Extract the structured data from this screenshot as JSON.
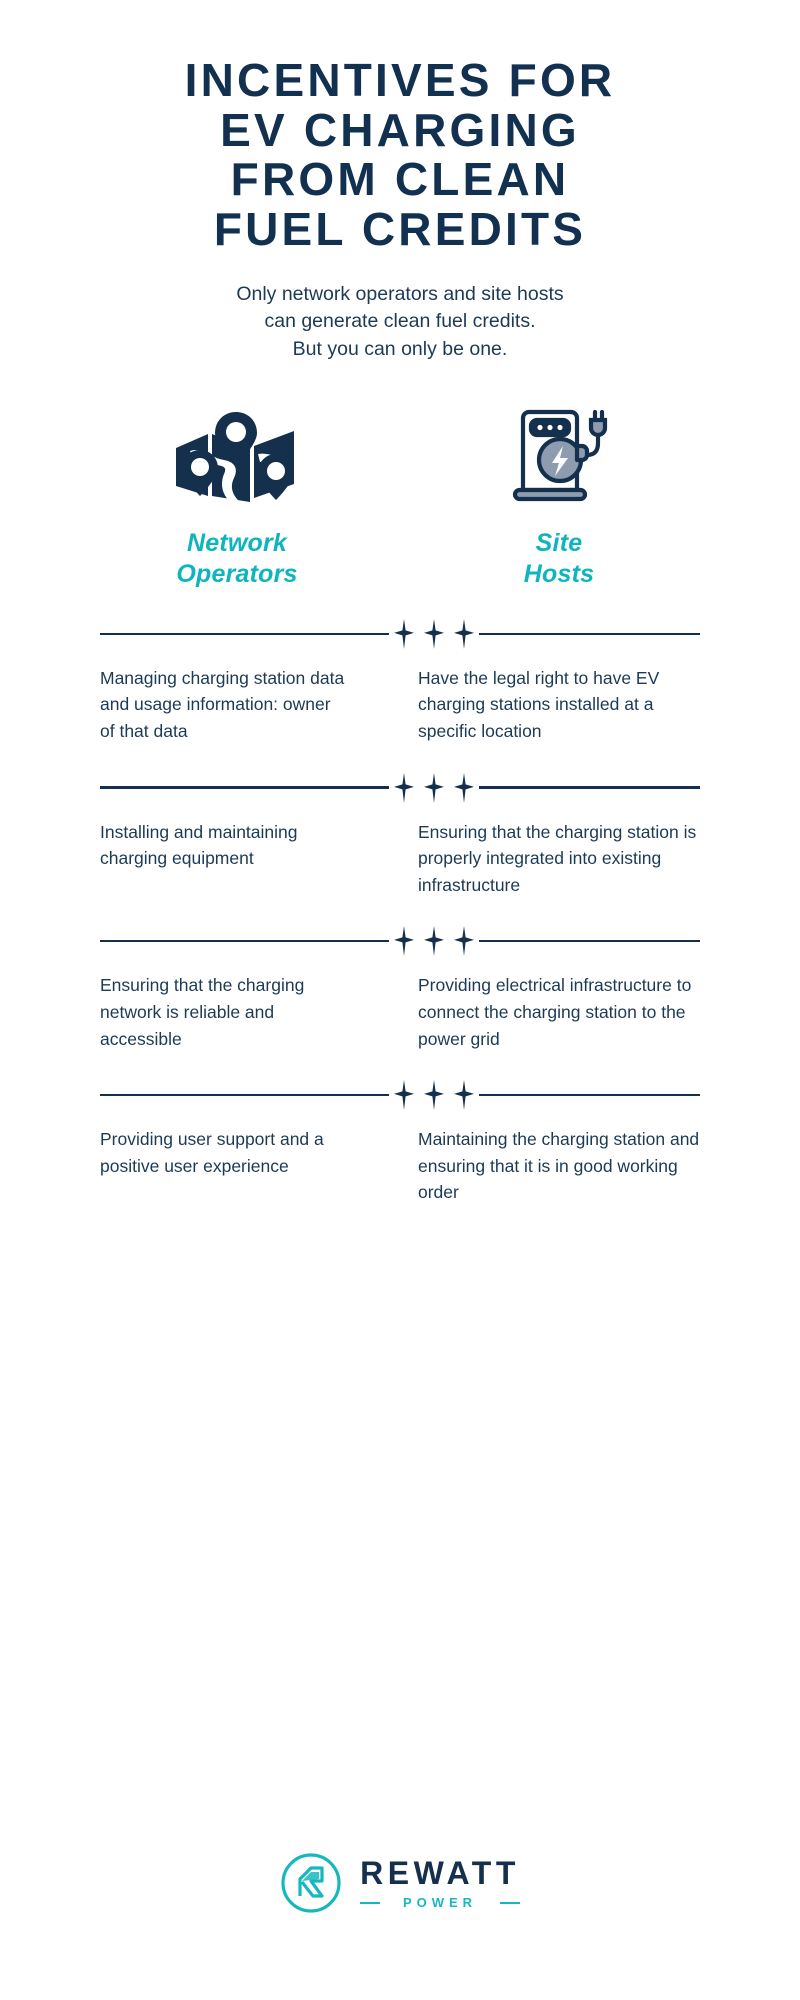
{
  "colors": {
    "navy": "#15304d",
    "body_text": "#1d3a55",
    "teal": "#0fb5bd",
    "background": "#ffffff"
  },
  "title": {
    "lines": [
      "Incentives for",
      "EV Charging",
      "from Clean",
      "Fuel Credits"
    ]
  },
  "subtitle": {
    "lines": [
      "Only network operators and site hosts",
      "can generate clean fuel credits.",
      "But you can only be one."
    ]
  },
  "columns": [
    {
      "icon": "map-pins-icon",
      "heading_lines": [
        "Network",
        "Operators"
      ]
    },
    {
      "icon": "ev-charging-station-icon",
      "heading_lines": [
        "Site",
        "Hosts"
      ]
    }
  ],
  "rows": [
    {
      "left": "Managing charging station data and usage information: owner of that data",
      "right": "Have the legal right to have EV charging stations installed at a specific location"
    },
    {
      "left": "Installing and maintaining charging equipment",
      "right": "Ensuring that the charging station is properly integrated into existing infrastructure"
    },
    {
      "left": "Ensuring that the charging network is reliable and accessible",
      "right": "Providing electrical infrastructure to connect the charging station to the power grid"
    },
    {
      "left": "Providing user support and a positive user experience",
      "right": "Maintaining the charging station and ensuring that it is in good working order"
    }
  ],
  "footer": {
    "logo_name": "REWATT",
    "logo_tagline": "POWER"
  }
}
